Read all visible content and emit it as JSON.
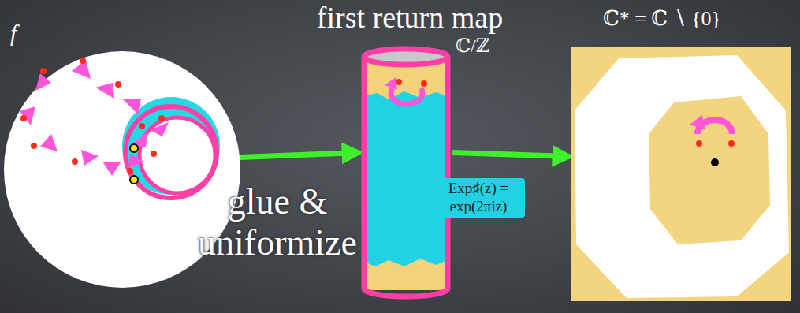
{
  "diagram": {
    "title": "first return map",
    "nodes": [
      {
        "text": [
          "f"
        ]
      },
      {
        "text": [
          "ℂ/ℤ"
        ]
      },
      {
        "text": [
          "ℂ* = ℂ ∖ {0}"
        ]
      }
    ],
    "edges": [
      {
        "from": 0,
        "to": 1,
        "arrow": "to",
        "label": "glue & uniformize"
      },
      {
        "from": 1,
        "to": 2,
        "arrow": "to",
        "label": "Exp♯(z) = exp(2πiz)"
      }
    ]
  }
}
